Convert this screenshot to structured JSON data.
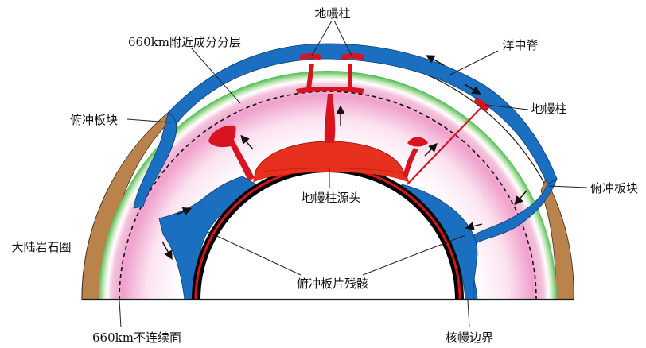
{
  "labels": {
    "top_plume": "地幔柱",
    "discontinuity_layering": "660km附近成分分层",
    "mid_ocean_ridge": "洋中脊",
    "left_slab": "俯冲板块",
    "right_plume": "地幔柱",
    "right_slab": "俯冲板块",
    "plume_source": "地幔柱源头",
    "continental_lithosphere": "大陆岩石圈",
    "slab_remnant": "俯冲板片残骸",
    "discontinuity_660": "660km不连续面",
    "cmb": "核幔边界"
  },
  "colors": {
    "ocean_plate": "#1a6fc0",
    "plume": "#d7141f",
    "plume_source": "#e8301e",
    "continent": "#b9834b",
    "transition_green": "#3cb843",
    "lower_mantle_pink": "#f0a0cc",
    "core": "#000000"
  },
  "icons": [
    "arrow-icon"
  ]
}
